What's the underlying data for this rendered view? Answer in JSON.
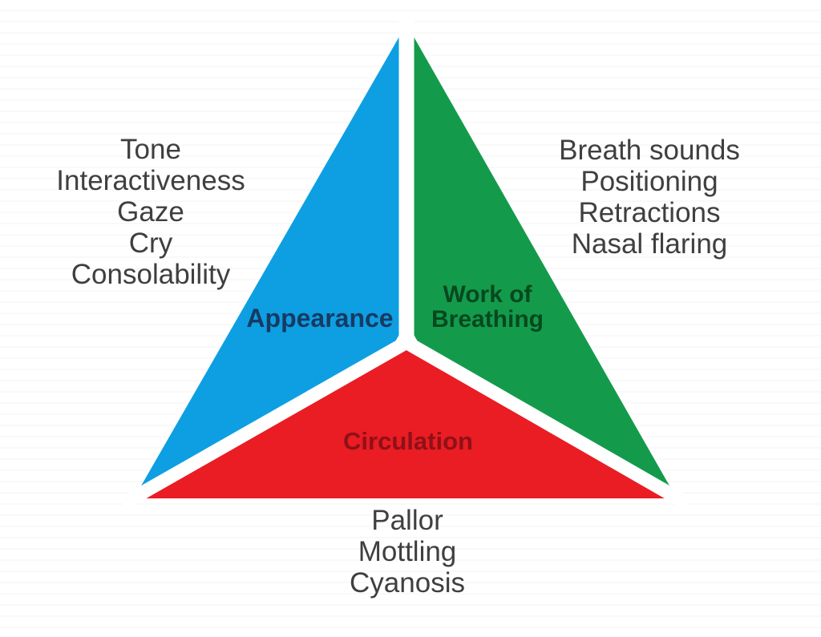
{
  "triangle": {
    "sections": [
      {
        "id": "appearance",
        "label": "Appearance",
        "color": "#0d9fe2",
        "label_color": "#173a63"
      },
      {
        "id": "work_of_breathing",
        "label": "Work of Breathing",
        "label_lines": [
          "Work of",
          "Breathing"
        ],
        "color": "#139b4b",
        "label_color": "#07481f"
      },
      {
        "id": "circulation",
        "label": "Circulation",
        "color": "#ea1c24",
        "label_color": "#8e1117"
      }
    ],
    "divider_color": "#ffffff"
  },
  "annotations": {
    "text_color": "#3f3f3f",
    "appearance_items": [
      "Tone",
      "Interactiveness",
      "Gaze",
      "Cry",
      "Consolability"
    ],
    "breathing_items": [
      "Breath sounds",
      "Positioning",
      "Retractions",
      "Nasal flaring"
    ],
    "circulation_items": [
      "Pallor",
      "Mottling",
      "Cyanosis"
    ]
  }
}
